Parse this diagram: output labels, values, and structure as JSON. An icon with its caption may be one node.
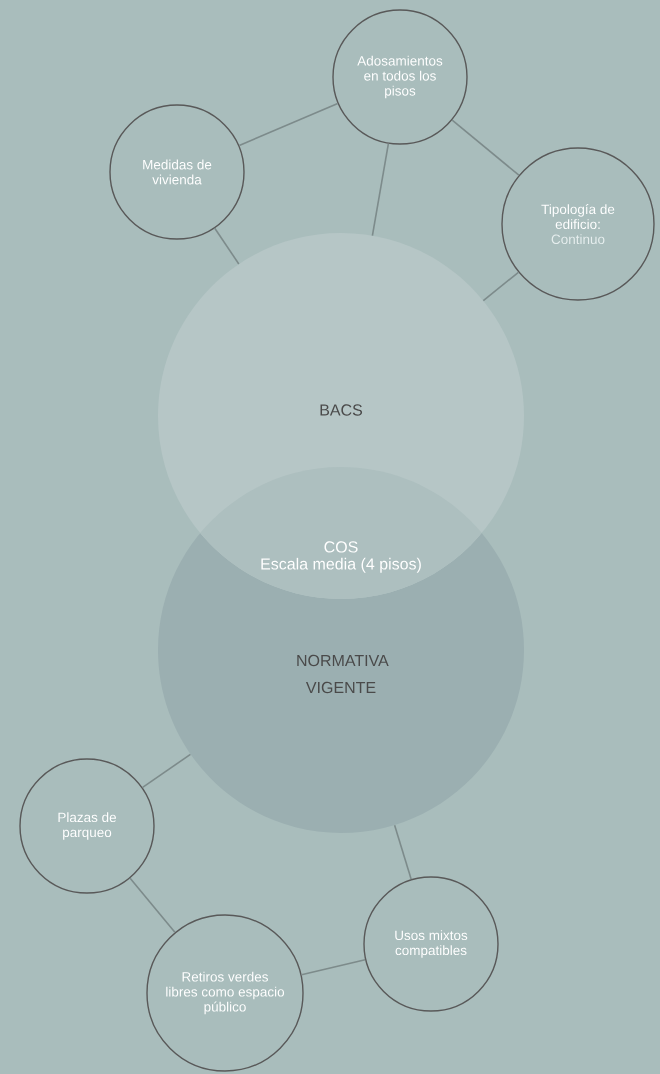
{
  "diagram": {
    "nodes": [
      {
        "text": [
          "Adosamientos en todos los pisos"
        ]
      },
      {
        "text": [
          "Medidas de vivienda"
        ]
      },
      {
        "text": [
          "Tipología de edificio:",
          "Continuo"
        ]
      },
      {
        "text": [
          "BACS"
        ]
      },
      {
        "text": [
          "COS",
          "Escala media (4 pisos)"
        ]
      },
      {
        "text": [
          "NORMATIVA VIGENTE"
        ]
      },
      {
        "text": [
          "Plazas de parqueo"
        ]
      },
      {
        "text": [
          "Usos mixtos compatibles"
        ]
      },
      {
        "text": [
          "Retiros verdes libres  como espacio público"
        ]
      }
    ],
    "edges": [
      {
        "from": 1,
        "to": 0,
        "arrow": "none"
      },
      {
        "from": 0,
        "to": 2,
        "arrow": "none"
      },
      {
        "from": 1,
        "to": 3,
        "arrow": "none"
      },
      {
        "from": 0,
        "to": 3,
        "arrow": "none"
      },
      {
        "from": 2,
        "to": 3,
        "arrow": "none"
      },
      {
        "from": 5,
        "to": 6,
        "arrow": "none"
      },
      {
        "from": 6,
        "to": 8,
        "arrow": "none"
      },
      {
        "from": 8,
        "to": 7,
        "arrow": "none"
      },
      {
        "from": 7,
        "to": 5,
        "arrow": "none"
      }
    ]
  }
}
